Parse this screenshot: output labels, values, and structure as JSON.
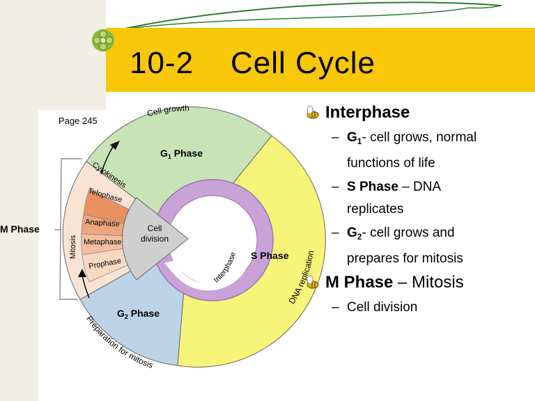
{
  "slide": {
    "title": "10-2    Cell Cycle",
    "page_ref": "Page 245"
  },
  "diagram": {
    "cell_growth": "Cell growth",
    "g1": "G",
    "g1_sub": "1",
    "g1_rest": " Phase",
    "s_phase": "S Phase",
    "g2": "G",
    "g2_sub": "2",
    "g2_rest": " Phase",
    "interphase": "Interphase",
    "dna_replication": "DNA replication",
    "preparation": "Preparation for mitosis",
    "mitosis": "Mitosis",
    "cytokinesis": "Cytokinesis",
    "telophase": "Telophase",
    "anaphase": "Anaphase",
    "metaphase": "Metaphase",
    "prophase": "Prophase",
    "cell_division_1": "Cell",
    "cell_division_2": "division",
    "m_phase": "M Phase"
  },
  "bullets": {
    "interphase": "Interphase",
    "g1_label": "G",
    "g1_sub": "1",
    "g1_text": "- cell grows, normal",
    "g1_text2": "functions of life",
    "s_label": "S Phase",
    "s_text": " – DNA",
    "s_text2": "replicates",
    "g2_label": "G",
    "g2_sub": "2",
    "g2_text": "- cell grows and",
    "g2_text2": "prepares for mitosis",
    "m_label": "M Phase",
    "m_text": " – Mitosis",
    "cell_division": "Cell division",
    "dash": "–"
  },
  "colors": {
    "title_bar": "#f7c708",
    "left_band": "#f1efe3",
    "g1": "#c9e3b8",
    "s": "#f7f47a",
    "g2": "#bcd3e8",
    "interphase_ring": "#c9a2d8"
  }
}
